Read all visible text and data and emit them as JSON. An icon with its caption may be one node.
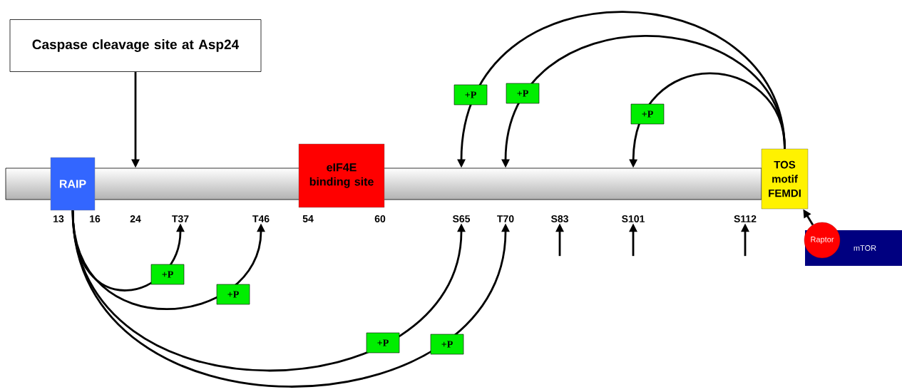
{
  "diagram": {
    "nodes": [
      {
        "text": [
          "Caspase cleavage site at Asp24"
        ]
      },
      {
        "text": [],
        "shape": "bar"
      },
      {
        "text": [
          "RAIP"
        ]
      },
      {
        "text": [
          "eIF4E binding site"
        ]
      },
      {
        "text": [
          "TOS motif FEMDI"
        ]
      },
      {
        "text": [
          "13"
        ]
      },
      {
        "text": [
          "16"
        ]
      },
      {
        "text": [
          "24"
        ]
      },
      {
        "text": [
          "T37"
        ]
      },
      {
        "text": [
          "T46"
        ]
      },
      {
        "text": [
          "54"
        ]
      },
      {
        "text": [
          "60"
        ]
      },
      {
        "text": [
          "S65"
        ]
      },
      {
        "text": [
          "T70"
        ]
      },
      {
        "text": [
          "S83"
        ]
      },
      {
        "text": [
          "S101"
        ]
      },
      {
        "text": [
          "S112"
        ]
      },
      {
        "text": [
          "mTOR"
        ]
      },
      {
        "text": [
          "Raptor"
        ]
      }
    ],
    "edges": [
      {
        "from": 0,
        "to": 1,
        "arrow": "to"
      },
      {
        "from": 4,
        "to": 1,
        "arrow": "to",
        "label": "+P"
      },
      {
        "from": 4,
        "to": 1,
        "arrow": "to",
        "label": "+P"
      },
      {
        "from": 4,
        "to": 1,
        "arrow": "to",
        "label": "+P"
      },
      {
        "from": 2,
        "to": 8,
        "arrow": "to",
        "label": "+P"
      },
      {
        "from": 2,
        "to": 9,
        "arrow": "to",
        "label": "+P"
      },
      {
        "from": 2,
        "to": 12,
        "arrow": "to",
        "label": "+P"
      },
      {
        "from": 2,
        "to": 13,
        "arrow": "to",
        "label": "+P"
      },
      {
        "from": null,
        "to": 14,
        "arrow": "to"
      },
      {
        "from": null,
        "to": 15,
        "arrow": "to"
      },
      {
        "from": null,
        "to": 16,
        "arrow": "to"
      },
      {
        "from": 18,
        "to": 4,
        "arrow": "to"
      }
    ]
  }
}
